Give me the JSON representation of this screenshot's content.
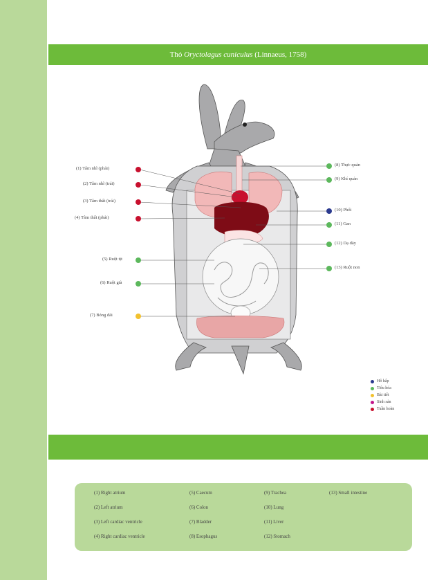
{
  "title": {
    "prefix": "Thỏ",
    "species": "Oryctolagus cuniculus",
    "author": "(Linnaeus, 1758)"
  },
  "labels_left": [
    {
      "text": "(1) Tâm nhĩ (phải)",
      "color": "#c8102e"
    },
    {
      "text": "(2) Tâm nhĩ (trái)",
      "color": "#c8102e"
    },
    {
      "text": "(3) Tâm thất (trái)",
      "color": "#c8102e"
    },
    {
      "text": "(4) Tâm thất (phải)",
      "color": "#c8102e"
    },
    {
      "text": "(5) Ruột tịt",
      "color": "#5cb85c"
    },
    {
      "text": "(6) Ruột già",
      "color": "#5cb85c"
    },
    {
      "text": "(7) Bóng đái",
      "color": "#f2c12e"
    }
  ],
  "labels_right": [
    {
      "text": "(8) Thực quản",
      "color": "#5cb85c"
    },
    {
      "text": "(9) Khí quản",
      "color": "#5cb85c"
    },
    {
      "text": "(10) Phổi",
      "color": "#2b3a8f"
    },
    {
      "text": "(11) Gan",
      "color": "#5cb85c"
    },
    {
      "text": "(12) Dạ dày",
      "color": "#5cb85c"
    },
    {
      "text": "(13) Ruột non",
      "color": "#5cb85c"
    }
  ],
  "legend": [
    {
      "text": "Hô hấp",
      "color": "#2b3a8f"
    },
    {
      "text": "Tiêu hóa",
      "color": "#5cb85c"
    },
    {
      "text": "Bài tiết",
      "color": "#f2c12e"
    },
    {
      "text": "Sinh sản",
      "color": "#c2178b"
    },
    {
      "text": "Tuần hoàn",
      "color": "#c8102e"
    }
  ],
  "key": {
    "col1": [
      "(1) Right atrium",
      "(2) Left atrium",
      "(3) Left cardiac ventricle",
      "(4) Right cardiac ventricle"
    ],
    "col2": [
      "(5) Caecum",
      "(6) Colon",
      "(7) Bladder",
      "(8) Esophagus"
    ],
    "col3": [
      "(9) Trachea",
      "(10) Lung",
      "(11) Liver",
      "(12) Stomach"
    ],
    "col4": [
      "(13) Small intestine"
    ]
  }
}
